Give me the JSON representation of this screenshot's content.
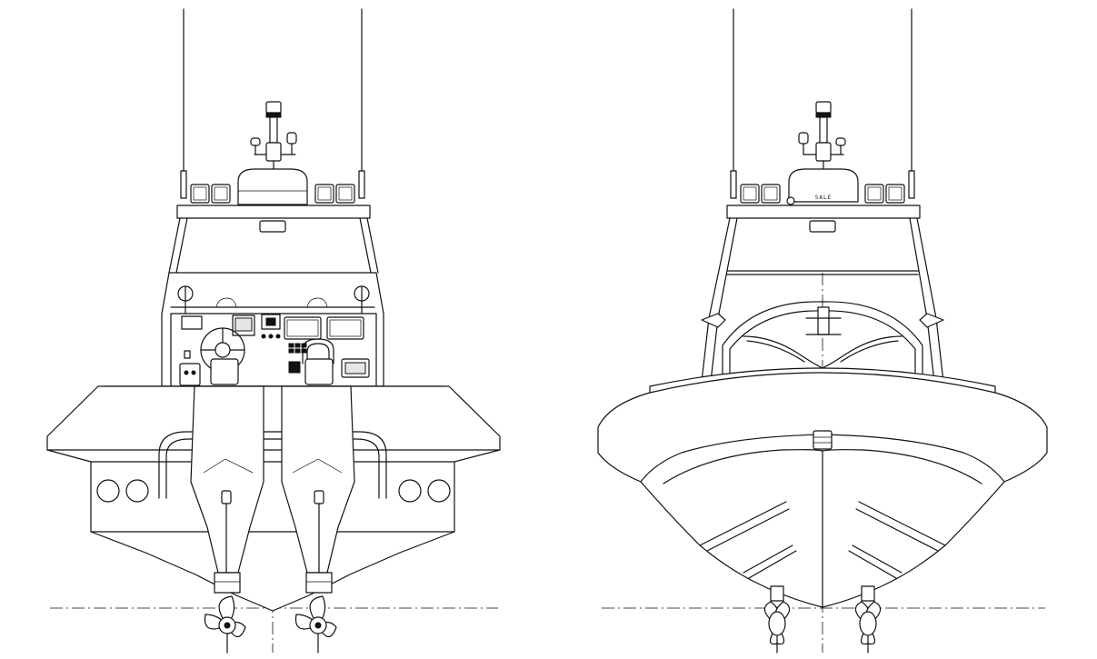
{
  "drawing": {
    "type": "technical line drawing",
    "views": [
      {
        "id": "stern-view",
        "propellers": 2,
        "outboard_engines": 2
      },
      {
        "id": "bow-view",
        "propellers": 2
      }
    ]
  },
  "dome_marking": "SALE",
  "colors": {
    "line": "#111111",
    "background": "#ffffff"
  }
}
